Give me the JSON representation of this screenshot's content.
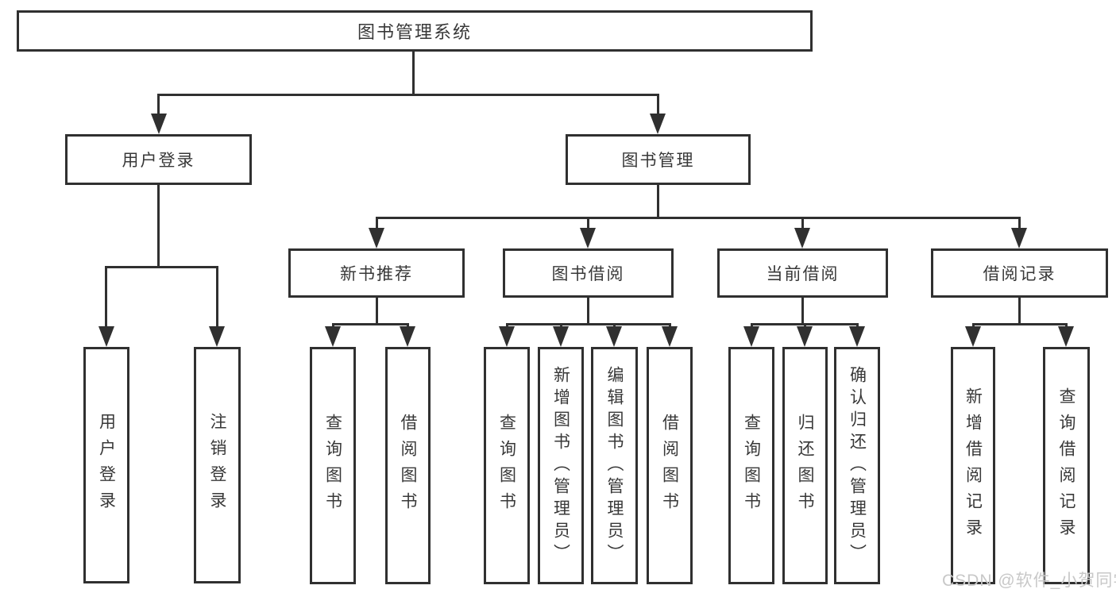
{
  "nodes": {
    "root": "图书管理系统",
    "user_login": "用户登录",
    "book_mgmt": "图书管理",
    "new_rec": "新书推荐",
    "borrowing": "图书借阅",
    "current": "当前借阅",
    "records": "借阅记录",
    "leaves_user": [
      "用户登录",
      "注销登录"
    ],
    "leaves_new_rec": [
      "查询图书",
      "借阅图书"
    ],
    "leaves_borrowing": [
      "查询图书",
      "新增图书（管理员）",
      "编辑图书（管理员）",
      "借阅图书"
    ],
    "leaves_current": [
      "查询图书",
      "归还图书",
      "确认归还（管理员）"
    ],
    "leaves_records": [
      "新增借阅记录",
      "查询借阅记录"
    ]
  },
  "watermark": "CSDN @软件_小贺同学",
  "colors": {
    "line": "#303030",
    "box_border": "#303030",
    "text": "#383838",
    "watermark": "#c8c8c8",
    "background": "#ffffff"
  }
}
